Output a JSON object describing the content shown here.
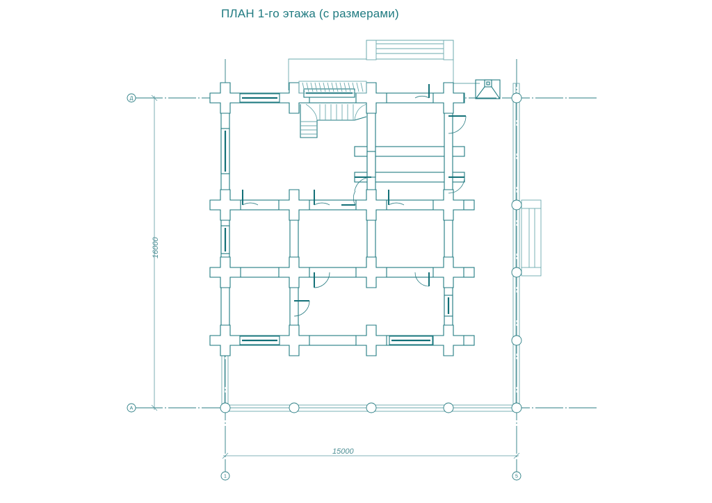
{
  "title": "ПЛАН 1-го этажа (с размерами)",
  "dimensions": {
    "vertical": "16000",
    "horizontal": "15000"
  },
  "axes": {
    "rows": [
      {
        "label": "Д"
      },
      {
        "label": "А"
      }
    ],
    "columns": [
      {
        "label": "1"
      },
      {
        "label": "5"
      }
    ]
  },
  "colors": {
    "line": "#1f7a80",
    "title": "#1f7a80"
  }
}
